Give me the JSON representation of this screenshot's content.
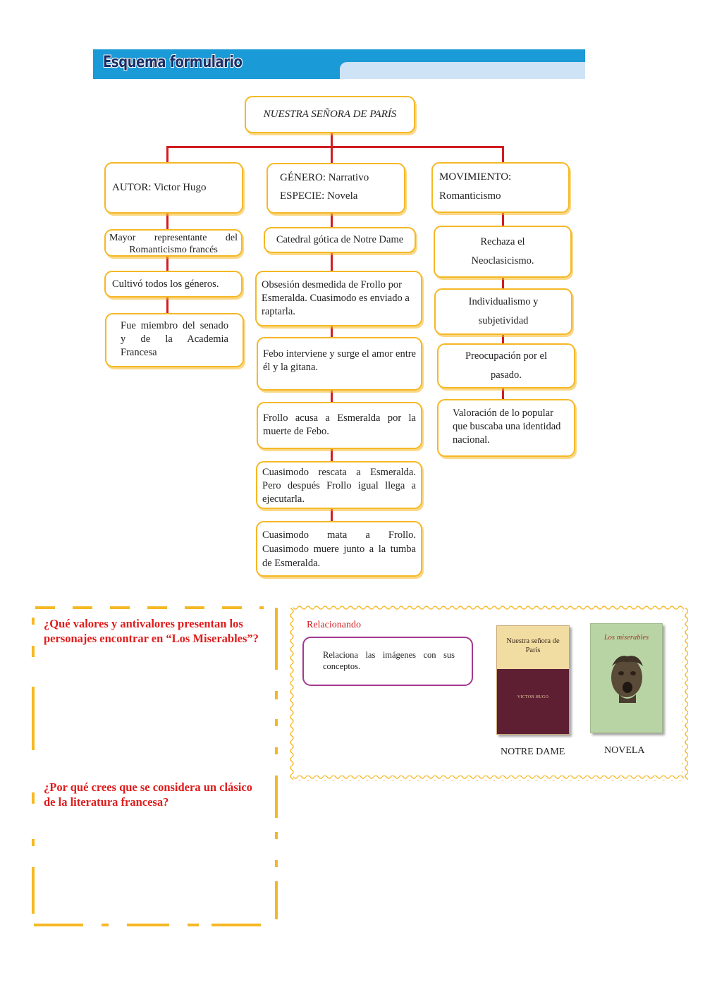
{
  "header": {
    "title": "Esquema formulario",
    "colors": {
      "bar": "#1a9ad6",
      "tab": "#cfe3f6",
      "title": "#1b2f66"
    }
  },
  "diagram": {
    "root": "NUESTRA SEÑORA DE PARÍS",
    "colors": {
      "border": "#f5b825",
      "connector": "#d01e22"
    },
    "author": {
      "title": "AUTOR: Victor Hugo",
      "items": [
        "Mayor representante del Romanticismo francés",
        "Cultivó todos los géneros.",
        "Fue miembro del senado y de la Academia Francesa"
      ]
    },
    "genre": {
      "line1": "GÉNERO: Narrativo",
      "line2": "ESPECIE: Novela",
      "items": [
        "Catedral gótica de Notre Dame",
        "Obsesión desmedida de Frollo por Esmeralda. Cuasimodo es enviado a raptarla.",
        "Febo interviene y surge el amor entre él y la gitana.",
        "Frollo acusa a Esmeralda por la muerte de Febo.",
        "Cuasimodo rescata a Esmeralda. Pero después Frollo igual llega a ejecutarla.",
        "Cuasimodo mata a Frollo. Cuasimodo muere junto a la tumba de Esmeralda."
      ]
    },
    "movement": {
      "line1": "MOVIMIENTO:",
      "line2": "Romanticismo",
      "items": [
        "Rechaza el Neoclasicismo.",
        "Individualismo y subjetividad",
        "Preocupación por el pasado.",
        "Valoración de lo popular que buscaba una identidad nacional."
      ]
    }
  },
  "questions": {
    "q1": "¿Qué valores y antivalores presentan los personajes encontrar en “Los Miserables”?",
    "q2": "¿Por qué crees que se considera un clásico de la literatura francesa?",
    "color": "#e01c1c"
  },
  "relating": {
    "label": "Relacionando",
    "instruction": "Relaciona las imágenes con sus conceptos.",
    "book1": {
      "title": "Nuestra señora de Paris",
      "author": "VICTOR HUGO",
      "caption": "NOTRE DAME"
    },
    "book2": {
      "title": "Los miserables",
      "caption": "NOVELA"
    }
  }
}
